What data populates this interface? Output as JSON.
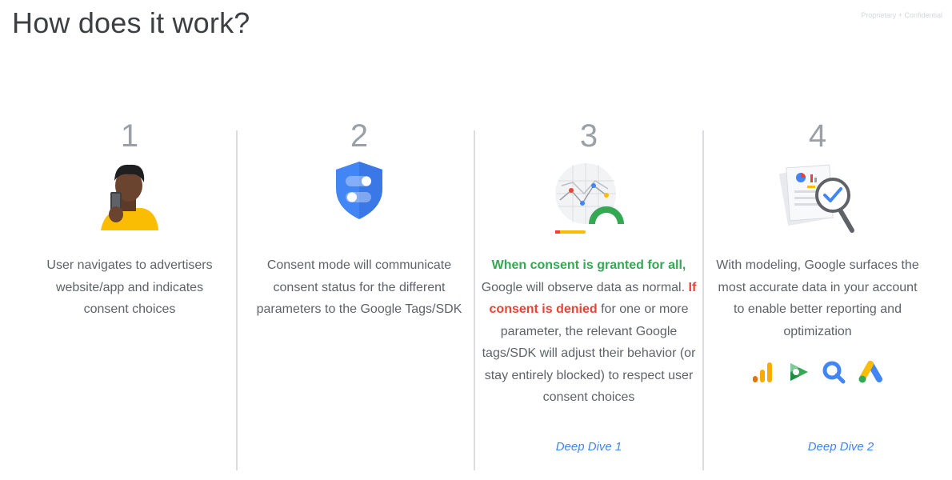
{
  "header": {
    "title": "How does it work?",
    "confidential": "Proprietary + Confidential"
  },
  "steps": [
    {
      "number": "1",
      "description": "User navigates to advertisers website/app and indicates consent choices"
    },
    {
      "number": "2",
      "description": "Consent mode will communicate consent status for the different parameters to the Google Tags/SDK"
    },
    {
      "number": "3",
      "granted": "When consent is granted for all,",
      "mid": " Google will observe data as normal. ",
      "denied": "If consent is denied",
      "tail": " for one or more parameter, the relevant Google tags/SDK will adjust their behavior (or stay entirely blocked) to respect user consent choices",
      "link": "Deep Dive 1"
    },
    {
      "number": "4",
      "description": "With modeling, Google surfaces the most accurate data in your account to enable better reporting and optimization",
      "link": "Deep Dive 2",
      "product_icons": [
        "analytics-icon",
        "display-video-icon",
        "search-ads-icon",
        "google-ads-icon"
      ]
    }
  ],
  "colors": {
    "green": "#34a853",
    "red": "#ea4335",
    "blue": "#4285f4",
    "yellow": "#fbbc04"
  }
}
